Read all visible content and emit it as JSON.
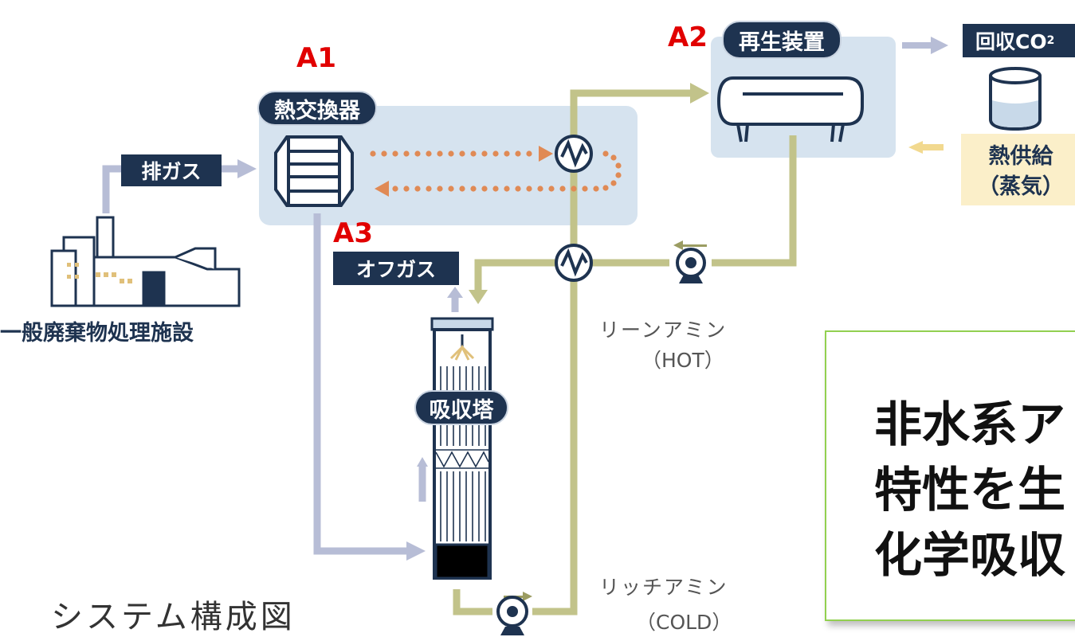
{
  "labels": {
    "a1": "A1",
    "a2": "A2",
    "a3": "A3",
    "heat_exchanger": "熱交換器",
    "regenerator": "再生装置",
    "recovered_co2": "回収CO",
    "recovered_co2_sub": "2",
    "exhaust_gas": "排ガス",
    "off_gas": "オフガス",
    "absorber": "吸収塔",
    "facility": "一般廃棄物処理施設",
    "heat_supply_line1": "熱供給",
    "heat_supply_line2": "（蒸気）",
    "lean_amine": "リーンアミン",
    "lean_amine_temp": "（HOT）",
    "rich_amine": "リッチアミン",
    "rich_amine_temp": "（COLD）",
    "system_caption": "システム構成図"
  },
  "callout": {
    "line1": "非水系ア",
    "line2": "特性を生",
    "line3": "化学吸収"
  },
  "colors": {
    "navy": "#1e3350",
    "amine_line": "#c2c38a",
    "gas_line": "#b7bdd6",
    "heat_arrow": "#e08a55",
    "label_red": "#e10000",
    "zone_fill": "#c8d9e9",
    "callout_border": "#92d050",
    "steam_fill": "#fbefc9"
  }
}
